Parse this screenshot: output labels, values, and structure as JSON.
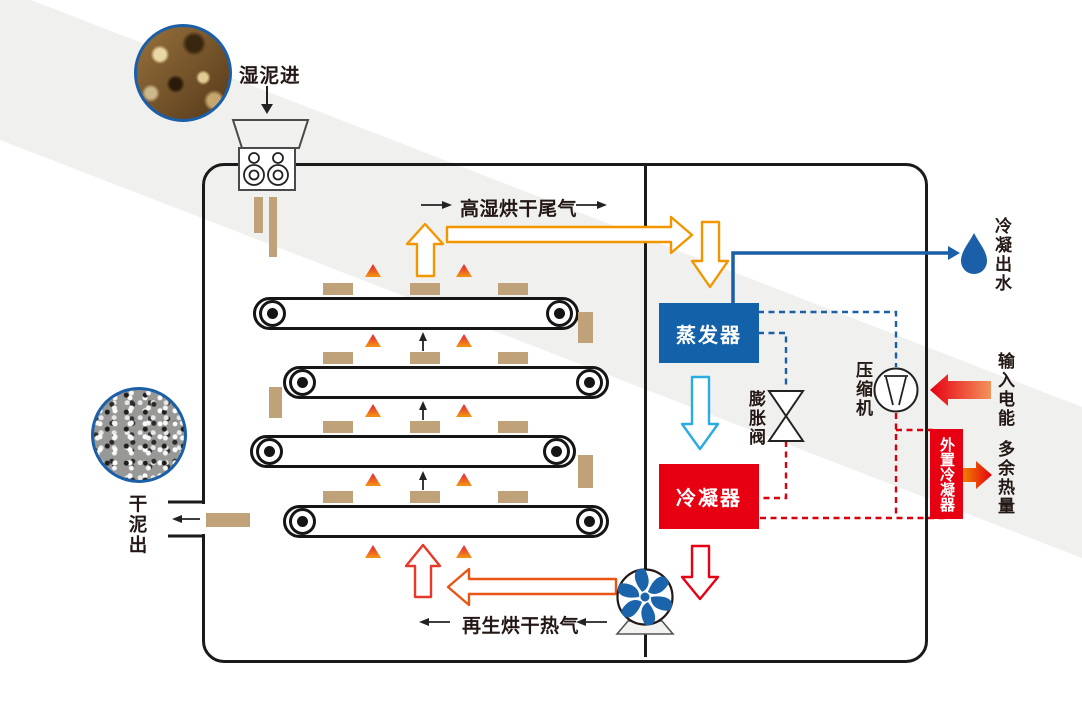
{
  "diagram": {
    "io": {
      "wet_sludge_in": "湿泥进",
      "dry_sludge_out": "干泥出"
    },
    "streams": {
      "exhaust_gas": "高湿烘干尾气",
      "regen_hot_air": "再生烘干热气",
      "condensate_out": "冷凝出水",
      "power_input": "输入电能",
      "excess_heat": "多余热量"
    },
    "components": {
      "evaporator": "蒸发器",
      "condenser": "冷凝器",
      "expansion_valve": "膨胀阀",
      "compressor": "压缩机",
      "external_condenser": "外置冷凝器"
    },
    "icons": {
      "wet_sludge_photo": "wet-sludge-photo",
      "dry_sludge_photo": "dry-sludge-photo",
      "water_drop": "water-drop-icon",
      "fan": "fan-icon",
      "compressor_symbol": "compressor-icon",
      "expansion_valve_symbol": "expansion-valve-icon",
      "feed_hopper": "feed-hopper-icon"
    },
    "colors": {
      "evaporator_blue": "#1261a9",
      "condenser_red": "#e60012",
      "accent_orange": "#f29600",
      "hot_red": "#e83828",
      "flow_orange_red": "#ea5514",
      "cool_blue": "#2aabe2",
      "pipe_blue": "#1b5fa8",
      "pipe_red": "#d7000f",
      "sludge_tan": "#bfa27a",
      "fan_blue": "#1b63ab",
      "band_gray": "#f0f0ee"
    }
  }
}
